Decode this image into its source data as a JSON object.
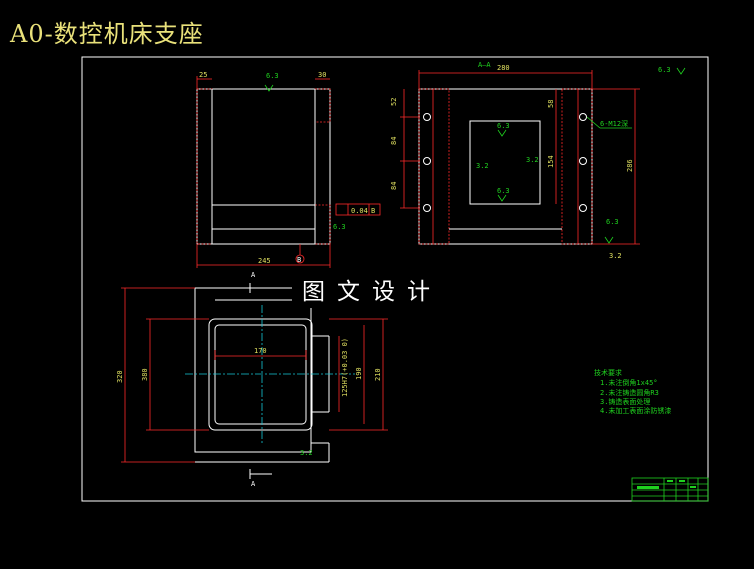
{
  "title": "A0-数控机床支座",
  "watermark": "图文设计",
  "colors": {
    "outline": "#ffffff",
    "dimension": "#ff2a2a",
    "text": "#1fd21f",
    "center": "#16c8d8",
    "title": "#e9e17a"
  },
  "front_view": {
    "dim_top_left": "25",
    "dim_top_right": "30",
    "roughness_top": "6.3",
    "dim_bottom": "245",
    "tolerance": "0.04",
    "datum": "B",
    "datum_label": "B",
    "roughness_side": "6.3"
  },
  "section_view": {
    "label": "A—A",
    "dim_top": "280",
    "dim_r1": "52",
    "dim_r2": "84",
    "dim_r3": "84",
    "dim_58": "58",
    "dim_154": "154",
    "dim_286": "286",
    "thread": "6-M12深",
    "rough_1": "6.3",
    "rough_2": "3.2",
    "rough_3": "3.2",
    "rough_4": "6.3",
    "rough_5": "6.3",
    "dim_bottom": "3.2",
    "corner_rough": "6.3"
  },
  "plan_view": {
    "section_mark_top": "A",
    "section_mark_bottom": "A",
    "dim_320": "320",
    "dim_inner": "380",
    "dim_170": "170",
    "dim_fit": "125H7(+0.03 0)",
    "dim_190": "190",
    "dim_210": "210",
    "dim_small": "3.2"
  },
  "tech_notes": {
    "heading": "技术要求",
    "items": [
      "1.未注倒角1x45°",
      "2.未注铸造圆角R3",
      "3.铸造表面处理",
      "4.未加工表面涂防锈漆"
    ]
  }
}
